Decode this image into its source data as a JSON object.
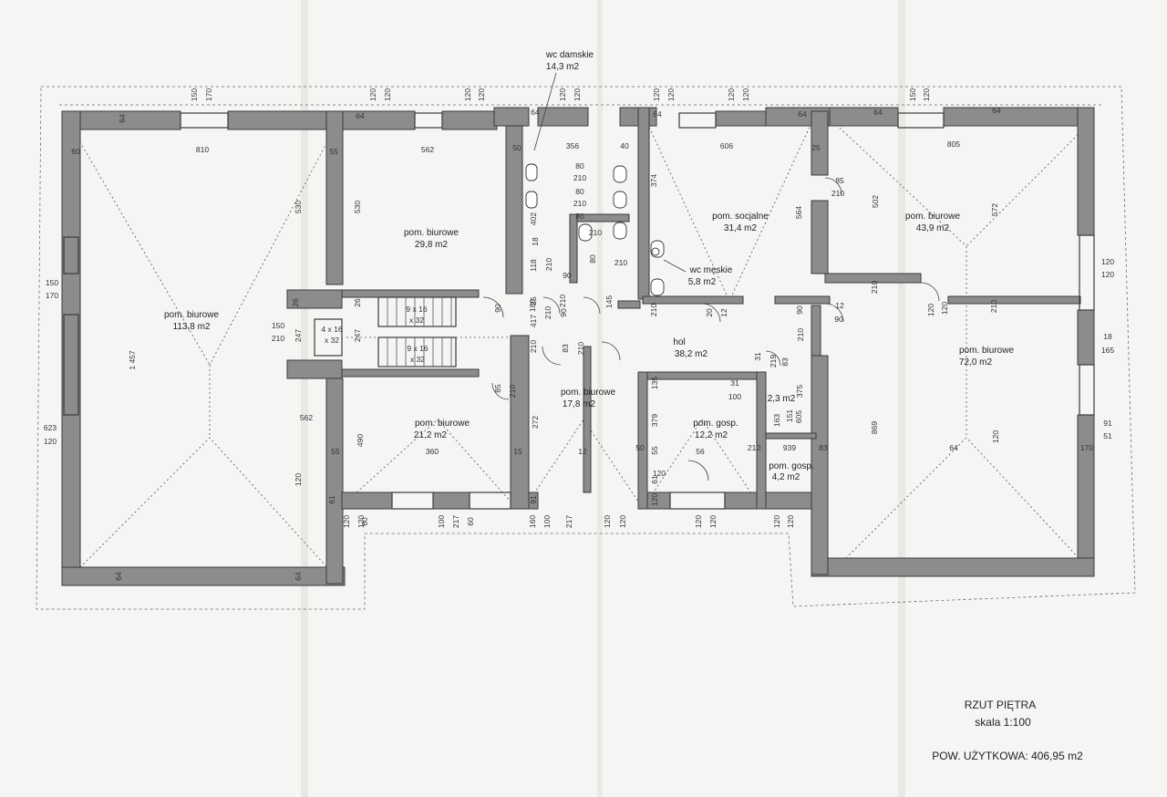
{
  "title": {
    "line1": "RZUT PIĘTRA",
    "line2": "skala 1:100",
    "area": "POW. UŻYTKOWA: 406,95 m2"
  },
  "rooms": [
    {
      "id": "r1",
      "name": "pom. biurowe",
      "area": "113,8 m2"
    },
    {
      "id": "r2",
      "name": "pom. biurowe",
      "area": "29,8 m2"
    },
    {
      "id": "r3",
      "name": "wc damskie",
      "area": "14,3 m2"
    },
    {
      "id": "r4",
      "name": "pom. socjalne",
      "area": "31,4 m2"
    },
    {
      "id": "r5",
      "name": "pom. biurowe",
      "area": "43,9 m2"
    },
    {
      "id": "r6",
      "name": "wc męskie",
      "area": "5,8 m2"
    },
    {
      "id": "r7",
      "name": "hol",
      "area": "38,2 m2"
    },
    {
      "id": "r8",
      "name": "pom. biurowe",
      "area": "72,0 m2"
    },
    {
      "id": "r9",
      "name": "pom. biurowe",
      "area": "21,2 m2"
    },
    {
      "id": "r10",
      "name": "pom. biurowe",
      "area": "17,8 m2"
    },
    {
      "id": "r11",
      "name": "pom. gosp.",
      "area": "12,2 m2"
    },
    {
      "id": "r12",
      "name": "",
      "area": "2,3 m2"
    },
    {
      "id": "r13",
      "name": "pom. gosp.",
      "area": "4,2 m2"
    }
  ],
  "stairs": [
    "9 x 16",
    "x 32",
    "4 x 16",
    "x 32",
    "9 x 16",
    "x 32"
  ],
  "dimensions": [
    "150",
    "170",
    "120",
    "120",
    "120",
    "120",
    "120",
    "120",
    "120",
    "120",
    "120",
    "120",
    "150",
    "120",
    "64",
    "64",
    "64",
    "64",
    "64",
    "64",
    "64",
    "810",
    "562",
    "356",
    "40",
    "606",
    "805",
    "60",
    "55",
    "50",
    "25",
    "85",
    "210",
    "80",
    "210",
    "80",
    "210",
    "80",
    "210",
    "374",
    "402",
    "564",
    "502",
    "572",
    "530",
    "530",
    "1 457",
    "150",
    "170",
    "150",
    "210",
    "26",
    "26",
    "247",
    "247",
    "118",
    "18",
    "210",
    "210",
    "80",
    "210",
    "90",
    "90",
    "90",
    "145",
    "25",
    "210",
    "417",
    "180",
    "210",
    "20",
    "12",
    "90",
    "210",
    "12",
    "90",
    "210",
    "120",
    "120",
    "120",
    "120",
    "18",
    "165",
    "210",
    "83",
    "210",
    "85",
    "210",
    "31",
    "219",
    "83",
    "210",
    "31",
    "100",
    "135",
    "375",
    "562",
    "490",
    "360",
    "272",
    "12",
    "379",
    "55",
    "56",
    "50",
    "55",
    "15",
    "83",
    "210",
    "163",
    "151",
    "939",
    "605",
    "869",
    "64",
    "120",
    "170",
    "623",
    "120",
    "120",
    "91",
    "51",
    "61",
    "61",
    "91",
    "120",
    "120",
    "120",
    "120",
    "100",
    "217",
    "160",
    "100",
    "217",
    "120",
    "120",
    "120",
    "120",
    "120",
    "120",
    "60",
    "60",
    "64",
    "64"
  ]
}
